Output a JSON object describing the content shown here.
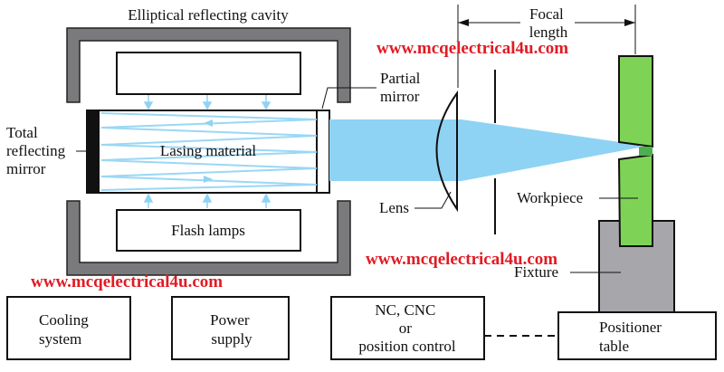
{
  "title": "Elliptical reflecting cavity",
  "labels": {
    "total_mirror": [
      "Total",
      "reflecting",
      "mirror"
    ],
    "lasing_material": "Lasing material",
    "flash_lamps": "Flash lamps",
    "partial_mirror": [
      "Partial",
      "mirror"
    ],
    "lens": "Lens",
    "focal_length": [
      "Focal",
      "length"
    ],
    "workpiece": "Workpiece",
    "fixture": "Fixture"
  },
  "boxes": {
    "cooling": [
      "Cooling",
      "system"
    ],
    "power": [
      "Power",
      "supply"
    ],
    "control": [
      "NC, CNC",
      "or",
      "position control"
    ],
    "positioner": [
      "Positioner",
      "table"
    ]
  },
  "watermark": "www.mcqelectrical4u.com",
  "colors": {
    "beam": "#8fd3f4",
    "workpiece": "#7ed356",
    "fixture": "#a7a7ab",
    "cavity": "#7a7a7c",
    "watermark": "#e01b24"
  }
}
